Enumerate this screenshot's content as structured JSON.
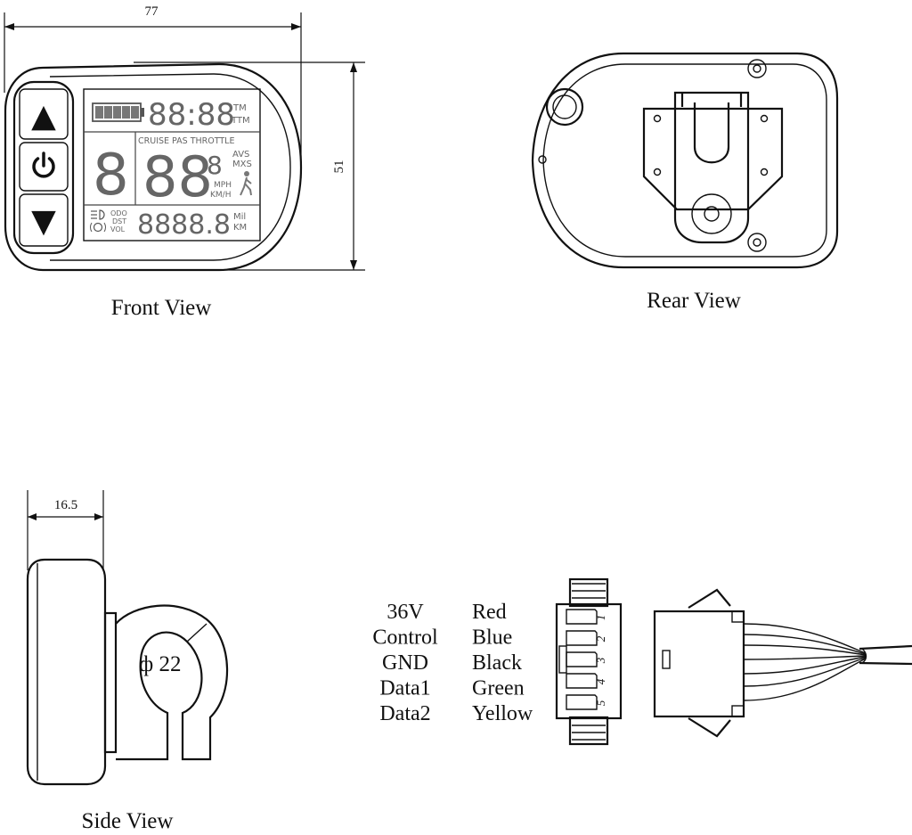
{
  "front_view": {
    "label": "Front View",
    "width_dim": "77",
    "height_dim": "51",
    "lcd": {
      "time_digits": "88:88",
      "time_unit_top": "TM",
      "time_unit_bottom": "TTM",
      "mode_labels": "CRUISE PAS THROTTLE",
      "big_digit": "8",
      "speed_digits": "88",
      "small_digit": "8",
      "avs": "AVS",
      "mxs": "MXS",
      "mph": "MPH",
      "kmh": "KM/H",
      "odo": "ODO",
      "dst": "DST",
      "vol": "VOL",
      "odo_digits": "8888.8",
      "mil": "Mil",
      "km": "KM"
    },
    "buttons": {
      "up": "▲",
      "down": "▼"
    }
  },
  "rear_view": {
    "label": "Rear View"
  },
  "side_view": {
    "label": "Side View",
    "width_dim": "16.5",
    "diameter": "ф 22"
  },
  "connector": {
    "pins": [
      {
        "signal": "36V",
        "color": "Red",
        "number": "1"
      },
      {
        "signal": "Control",
        "color": "Blue",
        "number": "2"
      },
      {
        "signal": "GND",
        "color": "Black",
        "number": "3"
      },
      {
        "signal": "Data1",
        "color": "Green",
        "number": "4"
      },
      {
        "signal": "Data2",
        "color": "Yellow",
        "number": "5"
      }
    ]
  }
}
